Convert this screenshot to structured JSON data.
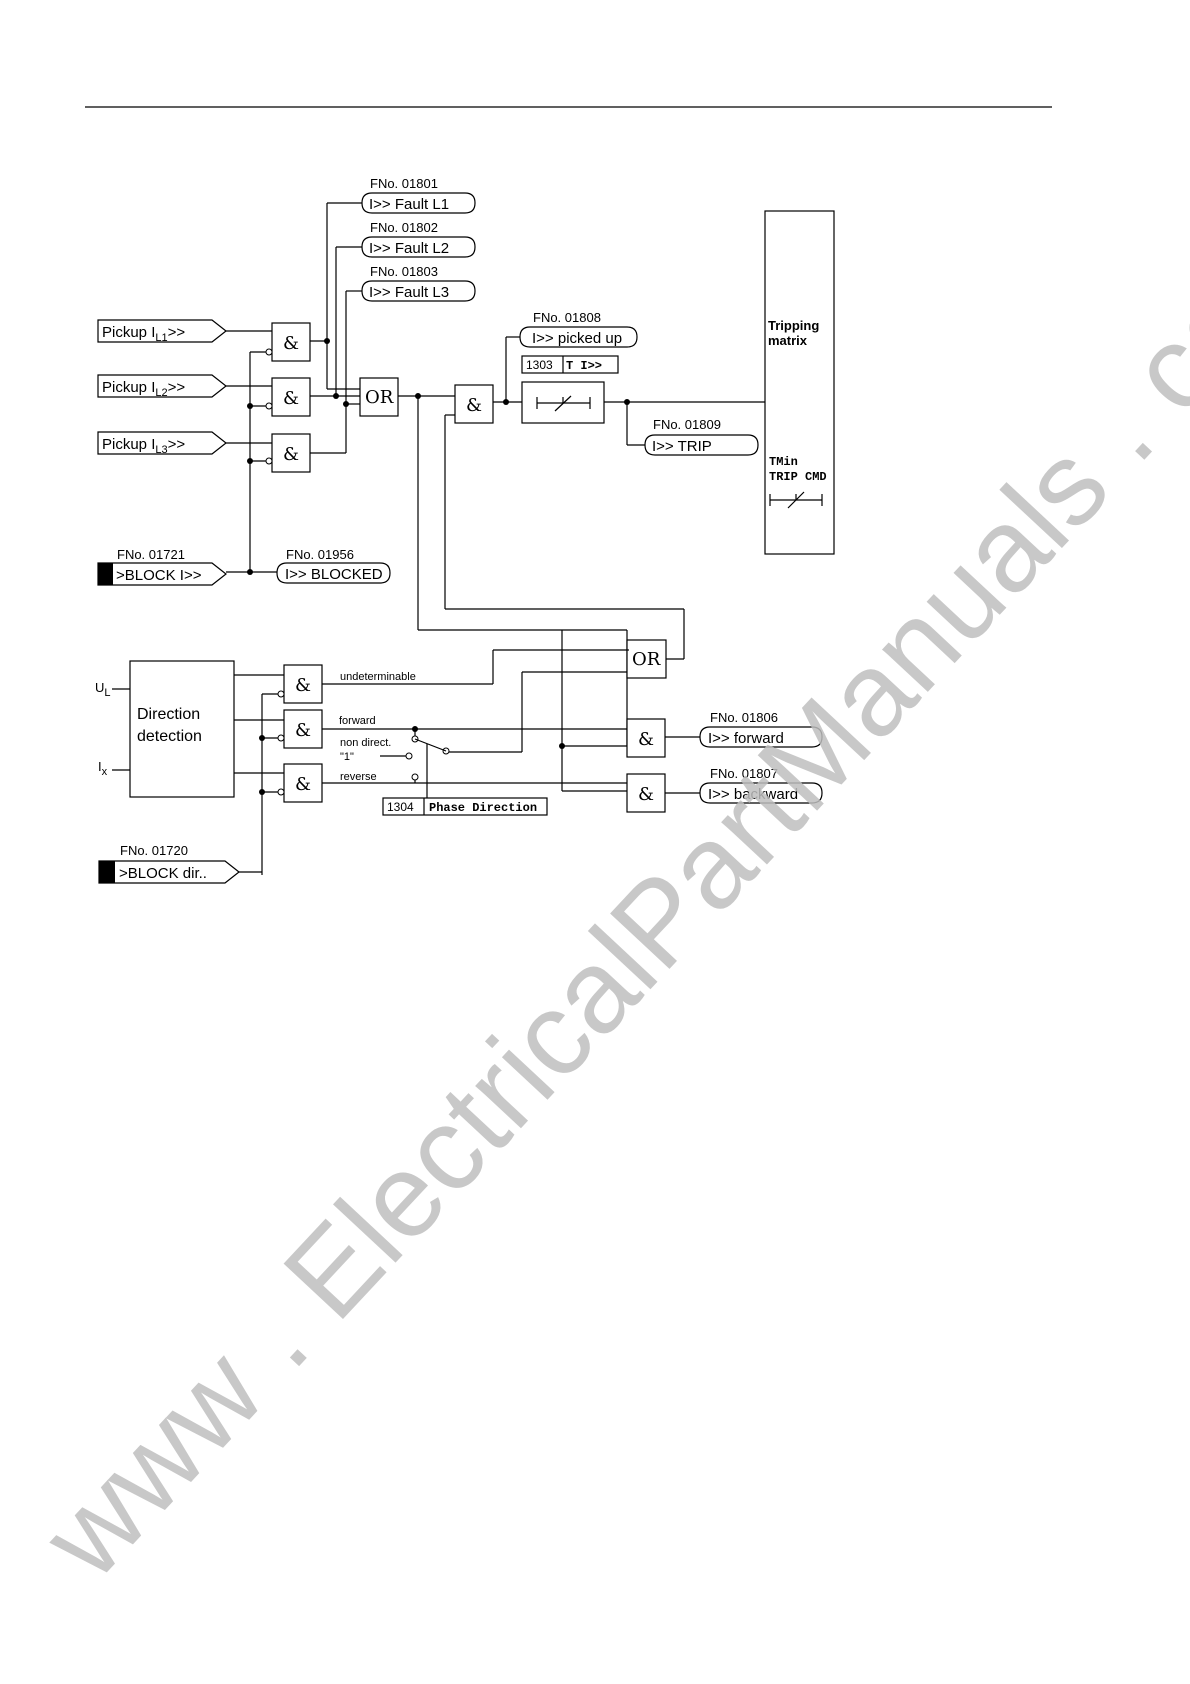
{
  "signals": {
    "fault_l1": {
      "fno": "FNo. 01801",
      "label": "I>> Fault L1"
    },
    "fault_l2": {
      "fno": "FNo. 01802",
      "label": "I>> Fault L2"
    },
    "fault_l3": {
      "fno": "FNo. 01803",
      "label": "I>> Fault L3"
    },
    "picked_up": {
      "fno": "FNo. 01808",
      "label": "I>> picked up"
    },
    "trip": {
      "fno": "FNo. 01809",
      "label": "I>> TRIP"
    },
    "block_in": {
      "fno": "FNo. 01721",
      "label": ">BLOCK I>>"
    },
    "blocked": {
      "fno": "FNo. 01956",
      "label": "I>> BLOCKED"
    },
    "forward": {
      "fno": "FNo. 01806",
      "label": "I>> forward"
    },
    "backward": {
      "fno": "FNo. 01807",
      "label": "I>> backward"
    },
    "block_dir": {
      "fno": "FNo. 01720",
      "label": ">BLOCK dir.."
    }
  },
  "pickups": [
    {
      "prefix": "Pickup I",
      "sub": "L1",
      "suffix": ">>"
    },
    {
      "prefix": "Pickup I",
      "sub": "L2",
      "suffix": ">>"
    },
    {
      "prefix": "Pickup I",
      "sub": "L3",
      "suffix": ">>"
    }
  ],
  "gates": {
    "and": "&",
    "or": "OR"
  },
  "timer": {
    "addr": "1303",
    "param": "T I>>"
  },
  "phase_dir": {
    "addr": "1304",
    "param": "Phase Direction"
  },
  "matrix": {
    "title_1": "Tripping",
    "title_2": "matrix",
    "tmin_1": "TMin",
    "tmin_2": "TRIP CMD"
  },
  "direction": {
    "line1": "Direction",
    "line2": "detection",
    "ul": "U",
    "ul_sub": "L",
    "ix": "I",
    "ix_sub": "x"
  },
  "dir_labels": {
    "undeterminable": "undeterminable",
    "forward": "forward",
    "non_direct": "non direct.",
    "one": "\"1\"",
    "reverse": "reverse"
  },
  "watermark": "www . ElectricalPartManuals . com"
}
